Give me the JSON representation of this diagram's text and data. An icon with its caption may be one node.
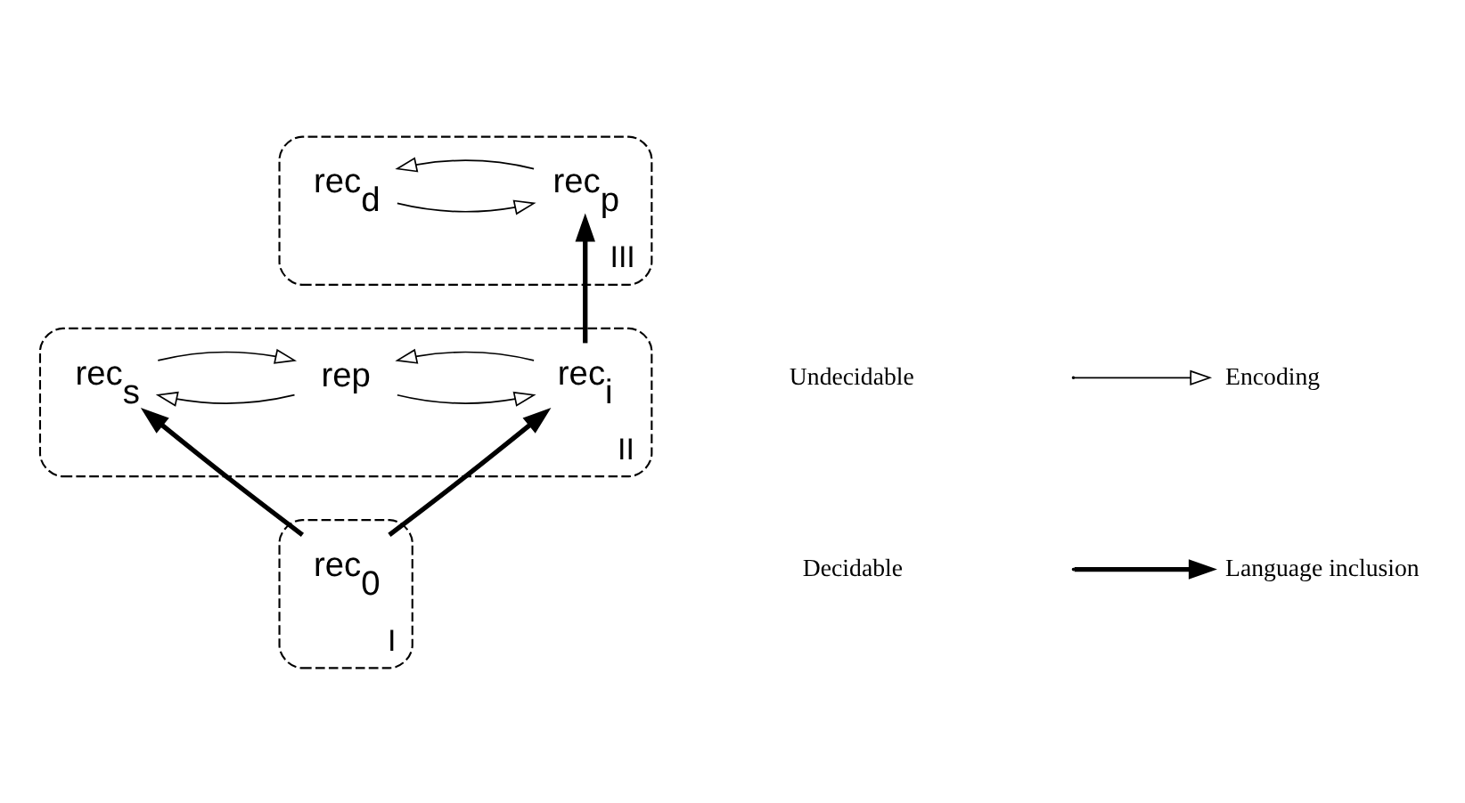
{
  "diagram": {
    "nodes": [
      {
        "text": [],
        "shape": "ellipse",
        "beside": [
          "III"
        ]
      },
      {
        "text": [
          "rec$_{p}$"
        ],
        "in": 0
      },
      {
        "text": [
          "rec$_{d}$"
        ],
        "in": 0
      },
      {
        "text": [],
        "shape": "ellipse",
        "beside": [
          "II"
        ]
      },
      {
        "text": [
          "rec$_{i}$"
        ],
        "in": 3
      },
      {
        "text": [
          "rep"
        ],
        "in": 3
      },
      {
        "text": [
          "rec$_{s}$"
        ],
        "in": 3
      },
      {
        "text": [],
        "shape": "ellipse",
        "beside": [
          "I"
        ]
      },
      {
        "text": [
          "rec$_{0}$"
        ],
        "in": 7
      }
    ],
    "edges": [
      {
        "from": 1,
        "to": 2,
        "arrow": "to"
      },
      {
        "from": 2,
        "to": 1,
        "arrow": "to"
      },
      {
        "from": 4,
        "to": 5,
        "arrow": "to"
      },
      {
        "from": 5,
        "to": 4,
        "arrow": "to"
      },
      {
        "from": 6,
        "to": 5,
        "arrow": "to"
      },
      {
        "from": 5,
        "to": 6,
        "arrow": "to"
      },
      {
        "from": 4,
        "to": 1,
        "arrow": "to",
        "style": "thick"
      },
      {
        "from": 8,
        "to": 4,
        "arrow": "to",
        "style": "thick"
      },
      {
        "from": 8,
        "to": 6,
        "arrow": "to",
        "style": "thick"
      }
    ],
    "labels": [
      "Undecidable",
      "Decidable"
    ],
    "legend": [
      {
        "text": "Encoding"
      },
      {
        "text": "Language inclusion"
      }
    ]
  }
}
